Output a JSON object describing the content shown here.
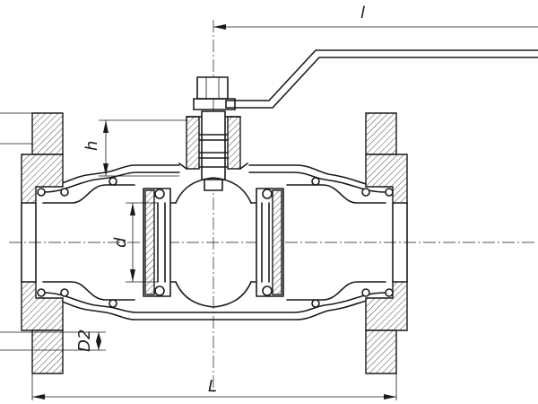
{
  "dimensions": {
    "handle_length": "l",
    "overall_length": "L",
    "stem_height": "h",
    "bore_diameter": "d",
    "bolt_hole_diameter": "D2"
  }
}
